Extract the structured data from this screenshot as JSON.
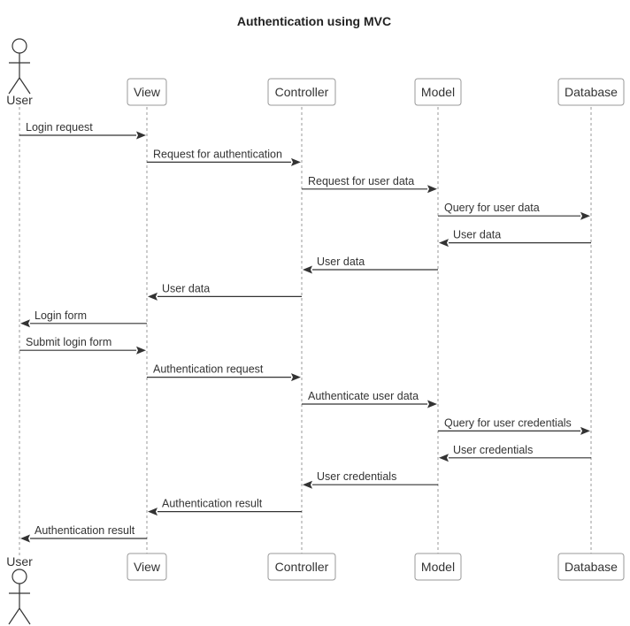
{
  "title": "Authentication using MVC",
  "participants": [
    {
      "id": "user",
      "label": "User",
      "kind": "actor"
    },
    {
      "id": "view",
      "label": "View",
      "kind": "box"
    },
    {
      "id": "controller",
      "label": "Controller",
      "kind": "box"
    },
    {
      "id": "model",
      "label": "Model",
      "kind": "box"
    },
    {
      "id": "database",
      "label": "Database",
      "kind": "box"
    }
  ],
  "messages": [
    {
      "from": "user",
      "to": "view",
      "text": "Login request"
    },
    {
      "from": "view",
      "to": "controller",
      "text": "Request for authentication"
    },
    {
      "from": "controller",
      "to": "model",
      "text": "Request for user data"
    },
    {
      "from": "model",
      "to": "database",
      "text": "Query for user data"
    },
    {
      "from": "database",
      "to": "model",
      "text": "User data"
    },
    {
      "from": "model",
      "to": "controller",
      "text": "User data"
    },
    {
      "from": "controller",
      "to": "view",
      "text": "User data"
    },
    {
      "from": "view",
      "to": "user",
      "text": "Login form"
    },
    {
      "from": "user",
      "to": "view",
      "text": "Submit login form"
    },
    {
      "from": "view",
      "to": "controller",
      "text": "Authentication request"
    },
    {
      "from": "controller",
      "to": "model",
      "text": "Authenticate user data"
    },
    {
      "from": "model",
      "to": "database",
      "text": "Query for user credentials"
    },
    {
      "from": "database",
      "to": "model",
      "text": "User credentials"
    },
    {
      "from": "model",
      "to": "controller",
      "text": "User credentials"
    },
    {
      "from": "controller",
      "to": "view",
      "text": "Authentication result"
    },
    {
      "from": "view",
      "to": "user",
      "text": "Authentication result"
    }
  ]
}
